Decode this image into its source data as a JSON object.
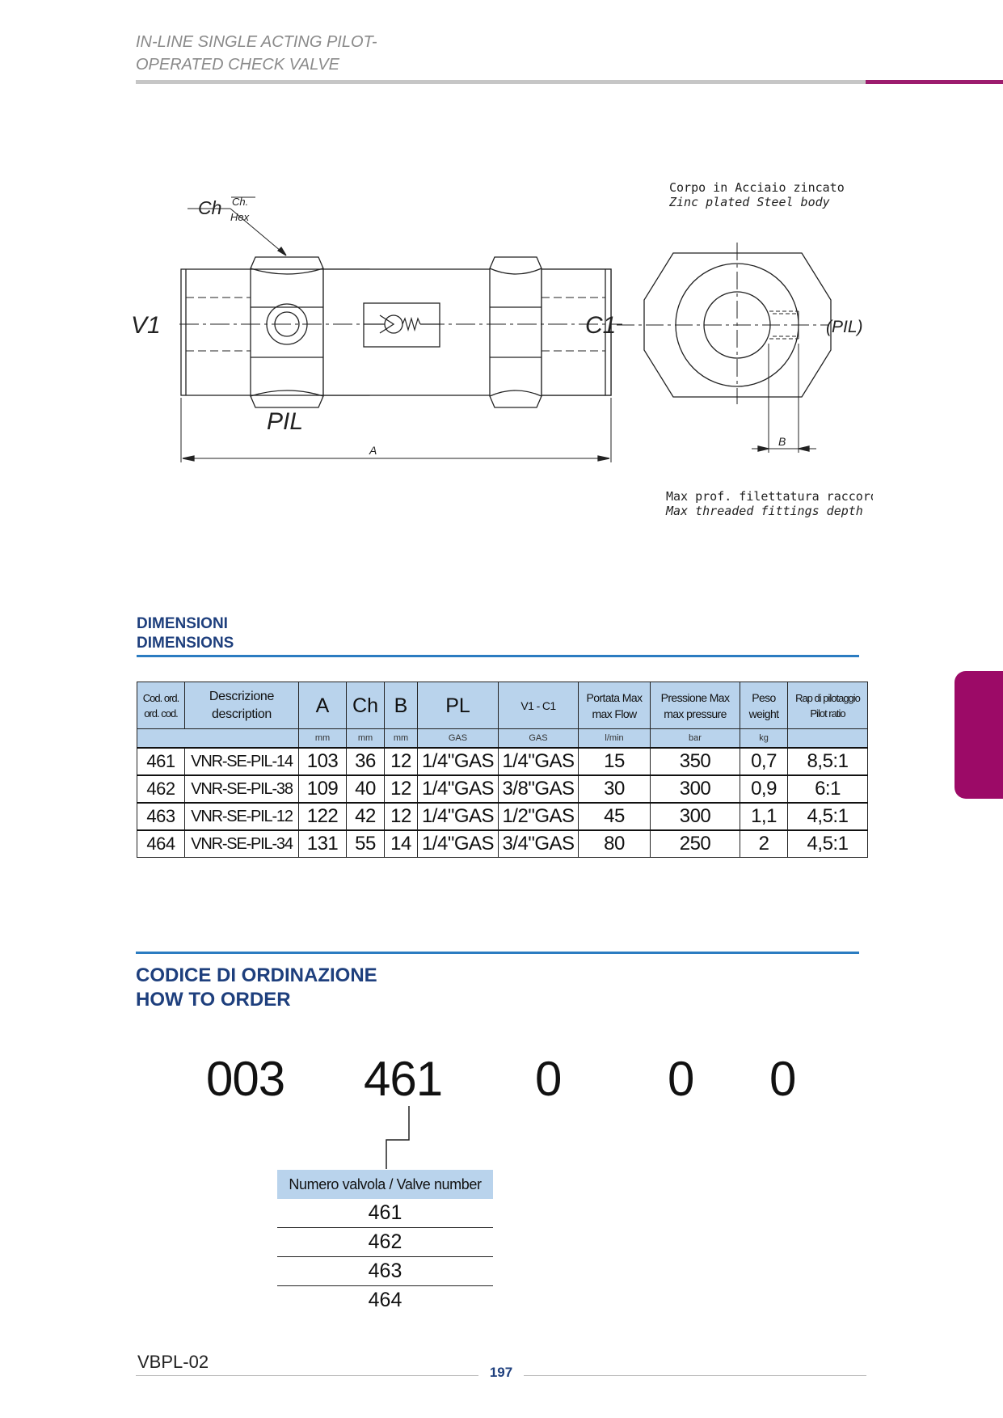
{
  "header": {
    "title_line1": "IN-LINE SINGLE ACTING PILOT-",
    "title_line2": "OPERATED CHECK VALVE"
  },
  "drawing": {
    "ch": "Ch",
    "ch_small": "Ch.",
    "hex": "Hex",
    "v1": "V1",
    "c1": "C1",
    "pil": "PIL",
    "pil_port": "(PIL)",
    "a": "A",
    "b": "B",
    "body_it": "Corpo in Acciaio zincato",
    "body_en": "Zinc plated Steel body",
    "depth_it": "Max prof. filettatura raccordi",
    "depth_en": "Max threaded fittings depth"
  },
  "dimensions": {
    "heading_it": "DIMENSIONI",
    "heading_en": "DIMENSIONS",
    "columns": [
      {
        "l1": "Cod. ord.",
        "l2": "ord. cod.",
        "unit": ""
      },
      {
        "l1": "Descrizione",
        "l2": "description",
        "unit": ""
      },
      {
        "l1": "A",
        "l2": "",
        "unit": "mm"
      },
      {
        "l1": "Ch",
        "l2": "",
        "unit": "mm"
      },
      {
        "l1": "B",
        "l2": "",
        "unit": "mm"
      },
      {
        "l1": "PL",
        "l2": "",
        "unit": "GAS"
      },
      {
        "l1": "V1 - C1",
        "l2": "",
        "unit": "GAS"
      },
      {
        "l1": "Portata Max",
        "l2": "max Flow",
        "unit": "l/min"
      },
      {
        "l1": "Pressione Max",
        "l2": "max pressure",
        "unit": "bar"
      },
      {
        "l1": "Peso",
        "l2": "weight",
        "unit": "kg"
      },
      {
        "l1": "Rap di pilotaggio",
        "l2": "Pilot ratio",
        "unit": ""
      }
    ],
    "rows": [
      [
        "461",
        "VNR-SE-PIL-14",
        "103",
        "36",
        "12",
        "1/4\"GAS",
        "1/4\"GAS",
        "15",
        "350",
        "0,7",
        "8,5:1"
      ],
      [
        "462",
        "VNR-SE-PIL-38",
        "109",
        "40",
        "12",
        "1/4\"GAS",
        "3/8\"GAS",
        "30",
        "300",
        "0,9",
        "6:1"
      ],
      [
        "463",
        "VNR-SE-PIL-12",
        "122",
        "42",
        "12",
        "1/4\"GAS",
        "1/2\"GAS",
        "45",
        "300",
        "1,1",
        "4,5:1"
      ],
      [
        "464",
        "VNR-SE-PIL-34",
        "131",
        "55",
        "14",
        "1/4\"GAS",
        "3/4\"GAS",
        "80",
        "250",
        "2",
        "4,5:1"
      ]
    ]
  },
  "order": {
    "heading_it": "CODICE DI ORDINAZIONE",
    "heading_en": "HOW TO ORDER",
    "code": [
      "003",
      "461",
      "0",
      "0",
      "0"
    ],
    "valve_header": "Numero valvola / Valve number",
    "valves": [
      "461",
      "462",
      "463",
      "464"
    ]
  },
  "footer": {
    "code": "VBPL-02",
    "page": "197"
  },
  "colors": {
    "accent_blue": "#2b7cc1",
    "heading_blue": "#1e3f7d",
    "table_header": "#b9d3ec",
    "brand_magenta": "#9c0a67"
  }
}
